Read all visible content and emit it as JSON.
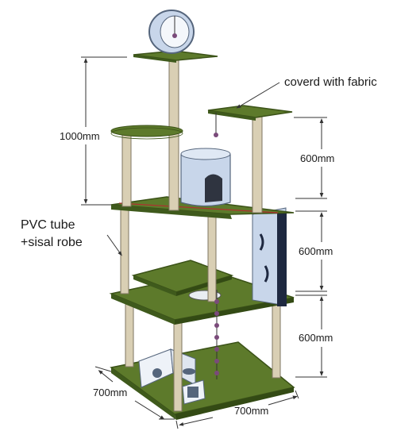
{
  "labels": {
    "top_note": "coverd with fabric",
    "left_note_line1": "PVC tube",
    "left_note_line2": "+sisal robe"
  },
  "dimensions": {
    "height_1": "1000mm",
    "height_2": "600mm",
    "height_3": "600mm",
    "height_4": "600mm",
    "width_1": "700mm",
    "width_2": "700mm"
  },
  "colors": {
    "platform": "#5d7a2b",
    "platform_edge": "#3b5218",
    "post": "#d9cfb4",
    "post_edge": "#7e7560",
    "box": "#c8d6ea",
    "box_edge": "#55657c",
    "toy": "#7a4a7a",
    "line": "#333333"
  }
}
